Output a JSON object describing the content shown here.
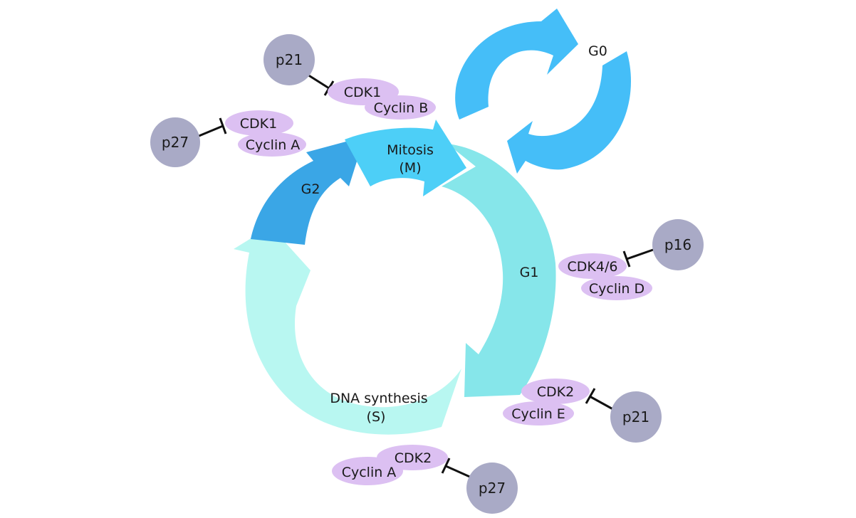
{
  "phases": {
    "g0": {
      "label": "G0",
      "color": "#45bef8"
    },
    "mitosis": {
      "line1": "Mitosis",
      "line2": "(M)",
      "color": "#4dcff7"
    },
    "g1": {
      "label": "G1",
      "color": "#86e6ea"
    },
    "s": {
      "line1": "DNA synthesis",
      "line2": "(S)",
      "color": "#b8f7f1"
    },
    "g2": {
      "label": "G2",
      "color": "#3aa6e6"
    }
  },
  "complexes": {
    "cdk1_cyclin_b": {
      "cdk": "CDK1",
      "cyclin": "Cyclin B",
      "inhibitor": "p21"
    },
    "cdk1_cyclin_a": {
      "cdk": "CDK1",
      "cyclin": "Cyclin A",
      "inhibitor": "p27"
    },
    "cdk46_cyclin_d": {
      "cdk": "CDK4/6",
      "cyclin": "Cyclin D",
      "inhibitor": "p16"
    },
    "cdk2_cyclin_e": {
      "cdk": "CDK2",
      "cyclin": "Cyclin E",
      "inhibitor": "p21"
    },
    "cdk2_cyclin_a": {
      "cdk": "CDK2",
      "cyclin": "Cyclin A",
      "inhibitor": "p27"
    }
  },
  "colors": {
    "complex": "#dcc0f2",
    "inhibitor": "#a9aac6",
    "inhibition_line": "#111111"
  }
}
